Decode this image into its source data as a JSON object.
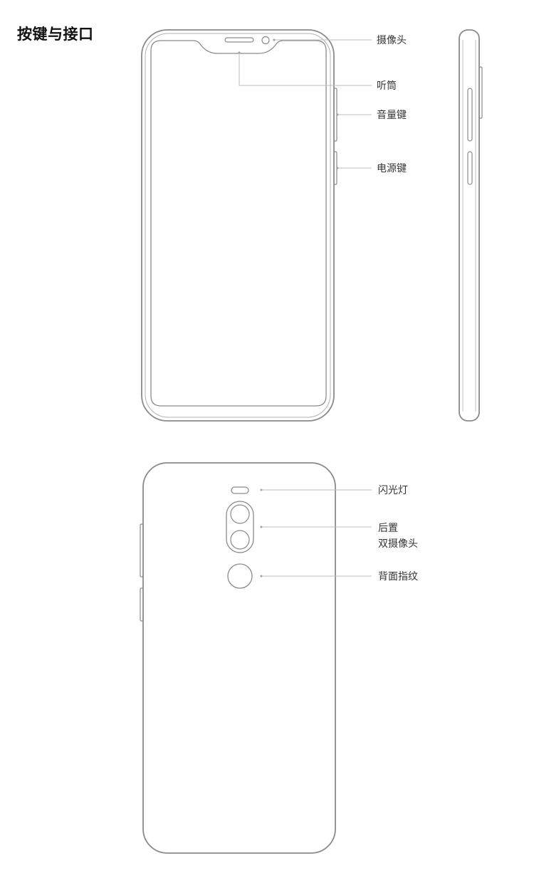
{
  "page_title": "按键与接口",
  "labels": {
    "front_camera": "摄像头",
    "earpiece": "听筒",
    "volume_keys": "音量键",
    "power_key": "电源键",
    "flash": "闪光灯",
    "rear_camera_line1": "后置",
    "rear_camera_line2": "双摄像头",
    "fingerprint": "背面指纹"
  },
  "colors": {
    "outline": "#8a8a8a",
    "leader": "#bdbdbd",
    "text": "#333333"
  }
}
